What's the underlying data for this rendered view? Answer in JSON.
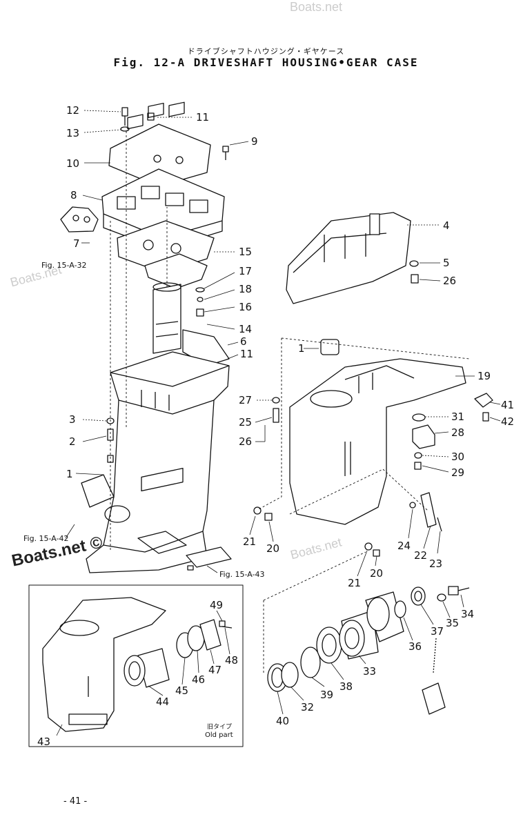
{
  "header": {
    "title_jp": "ドライブシャフトハウジング・ギヤケース",
    "title": "Fig. 12-A  DRIVESHAFT HOUSING•GEAR CASE"
  },
  "watermarks": [
    "Boats.net",
    "Boats.net",
    "Boats.net",
    "Boats.net ©"
  ],
  "references": {
    "r1": "Fig. 15-A-32",
    "r2": "Fig. 15-A-42",
    "r3": "Fig. 15-A-43"
  },
  "callouts": [
    "1",
    "2",
    "3",
    "4",
    "5",
    "6",
    "7",
    "8",
    "9",
    "10",
    "11",
    "12",
    "13",
    "14",
    "15",
    "16",
    "17",
    "18",
    "19",
    "20",
    "21",
    "22",
    "23",
    "24",
    "25",
    "26",
    "27",
    "28",
    "29",
    "30",
    "31",
    "32",
    "33",
    "34",
    "35",
    "36",
    "37",
    "38",
    "39",
    "40",
    "41",
    "42",
    "43",
    "44",
    "45",
    "46",
    "47",
    "48",
    "49"
  ],
  "inset": {
    "old_part_jp": "旧タイプ",
    "old_part": "Old part"
  },
  "page_number": "- 41 -"
}
